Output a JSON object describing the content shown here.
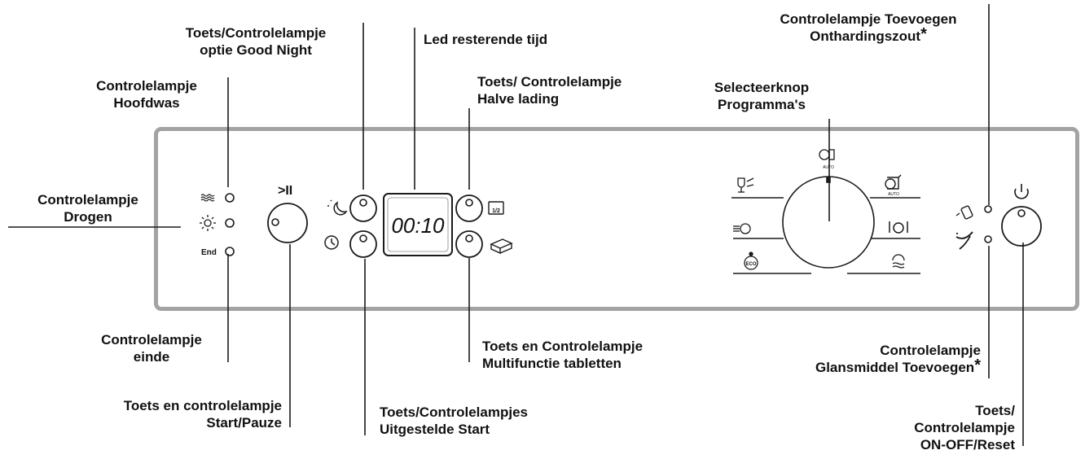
{
  "labels": {
    "good_night": [
      "Toets/Controlelampje",
      "optie Good Night"
    ],
    "led_time": [
      "Led resterende tijd"
    ],
    "softener_salt": [
      "Controlelampje Toevoegen",
      "Onthardingszout"
    ],
    "main_wash": [
      "Controlelampje",
      "Hoofdwas"
    ],
    "half_load": [
      "Toets/ Controlelampje",
      "Halve lading"
    ],
    "program_selector": [
      "Selecteerknop",
      "Programma's"
    ],
    "drying": [
      "Controlelampje",
      "Drogen"
    ],
    "end": [
      "Controlelampje",
      "einde"
    ],
    "multi_tabs": [
      "Toets en Controlelampje",
      "Multifunctie tabletten"
    ],
    "rinse_aid": [
      "Controlelampje",
      "Glansmiddel Toevoegen"
    ],
    "start_pause": [
      "Toets en controlelampje",
      "Start/Pauze"
    ],
    "delayed_start": [
      "Toets/Controlelampjes",
      "Uitgestelde Start"
    ],
    "on_off": [
      "Toets/",
      "Controlelampje",
      "ON-OFF/Reset"
    ],
    "asterisk": "*"
  },
  "panel": {
    "display_value": "00:10",
    "end_text": "End",
    "play_pause_symbol": ">II",
    "half_load_mark": "1/2",
    "auto_text": "AUTO",
    "eco_text": "ECO",
    "power_icon": "power-icon"
  },
  "colors": {
    "line": "#1a1a1a",
    "panel_border": "#a3a3a3",
    "text": "#111111"
  }
}
